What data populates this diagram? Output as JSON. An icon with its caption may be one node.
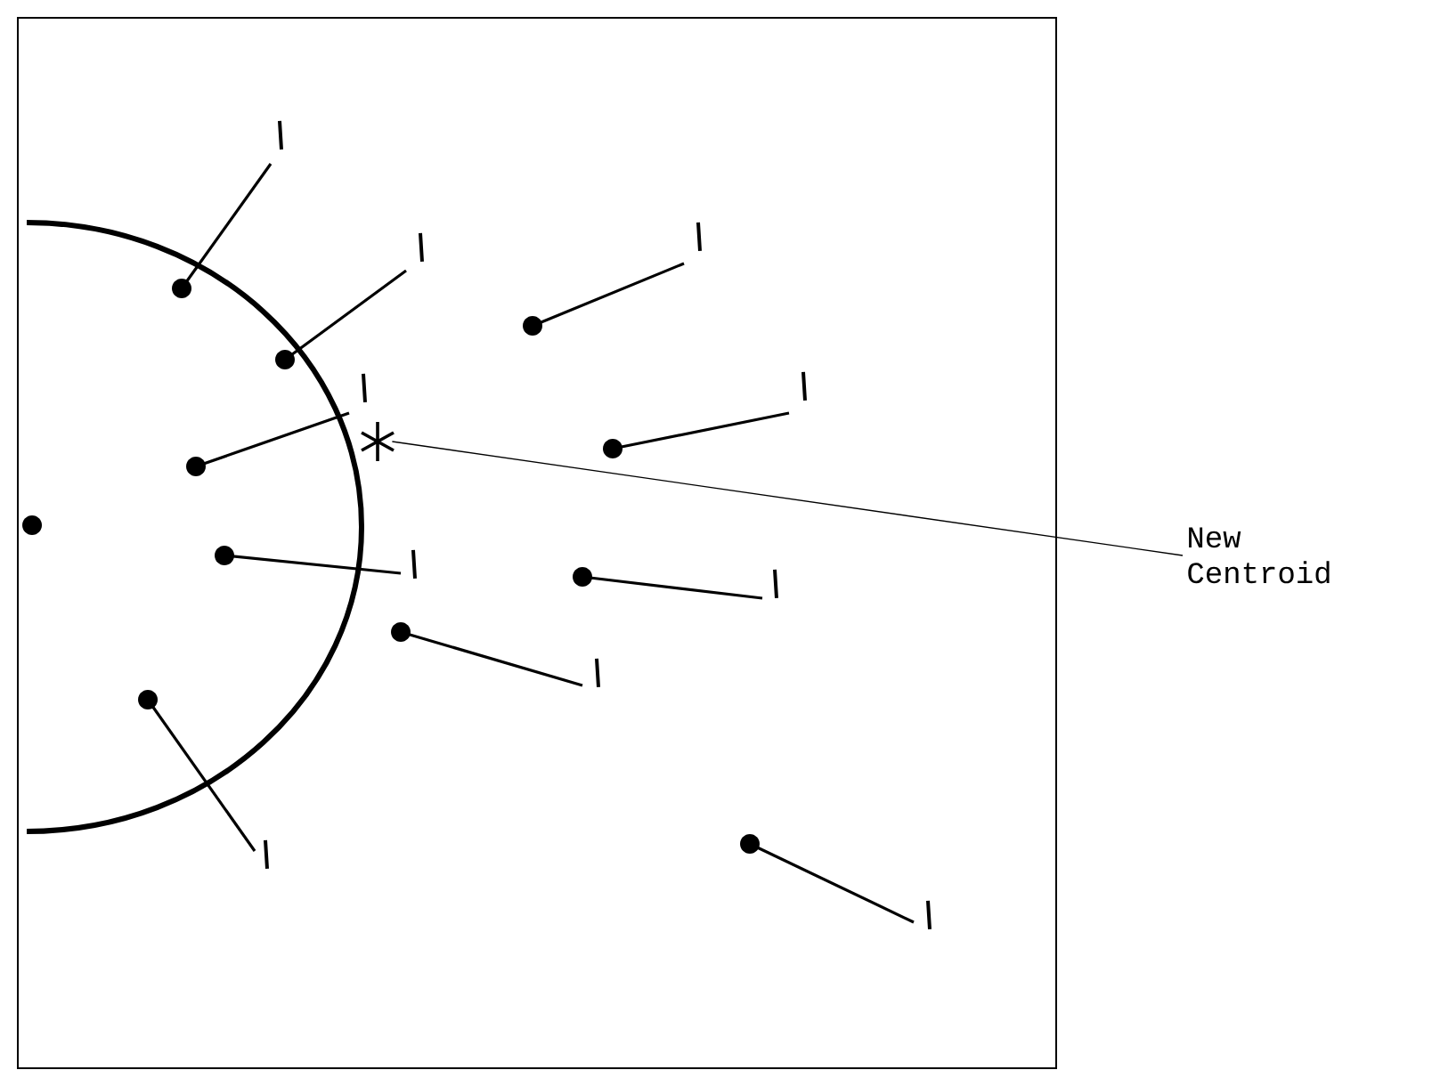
{
  "diagram": {
    "nodes": [
      {
        "text": [
          "New Centroid"
        ]
      },
      {
        "text": [],
        "shape": "star"
      }
    ],
    "edges": [
      {
        "from": 0,
        "to": 1,
        "arrow": "none"
      }
    ]
  }
}
